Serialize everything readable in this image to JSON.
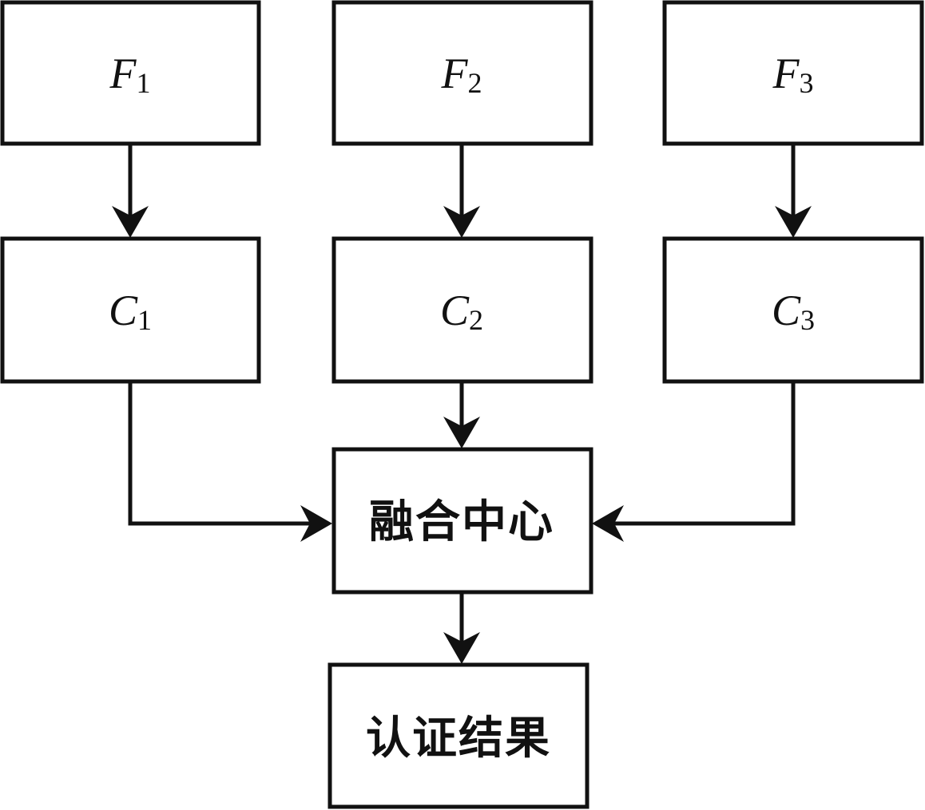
{
  "nodes": {
    "f1": {
      "var": "F",
      "sub": "1"
    },
    "f2": {
      "var": "F",
      "sub": "2"
    },
    "f3": {
      "var": "F",
      "sub": "3"
    },
    "c1": {
      "var": "C",
      "sub": "1"
    },
    "c2": {
      "var": "C",
      "sub": "2"
    },
    "c3": {
      "var": "C",
      "sub": "3"
    },
    "fusion": {
      "label": "融合中心"
    },
    "result": {
      "label": "认证结果"
    }
  },
  "edges": [
    {
      "from": "f1",
      "to": "c1"
    },
    {
      "from": "f2",
      "to": "c2"
    },
    {
      "from": "f3",
      "to": "c3"
    },
    {
      "from": "c1",
      "to": "fusion"
    },
    {
      "from": "c2",
      "to": "fusion"
    },
    {
      "from": "c3",
      "to": "fusion"
    },
    {
      "from": "fusion",
      "to": "result"
    }
  ],
  "colors": {
    "stroke": "#111111",
    "background": "#ffffff"
  }
}
